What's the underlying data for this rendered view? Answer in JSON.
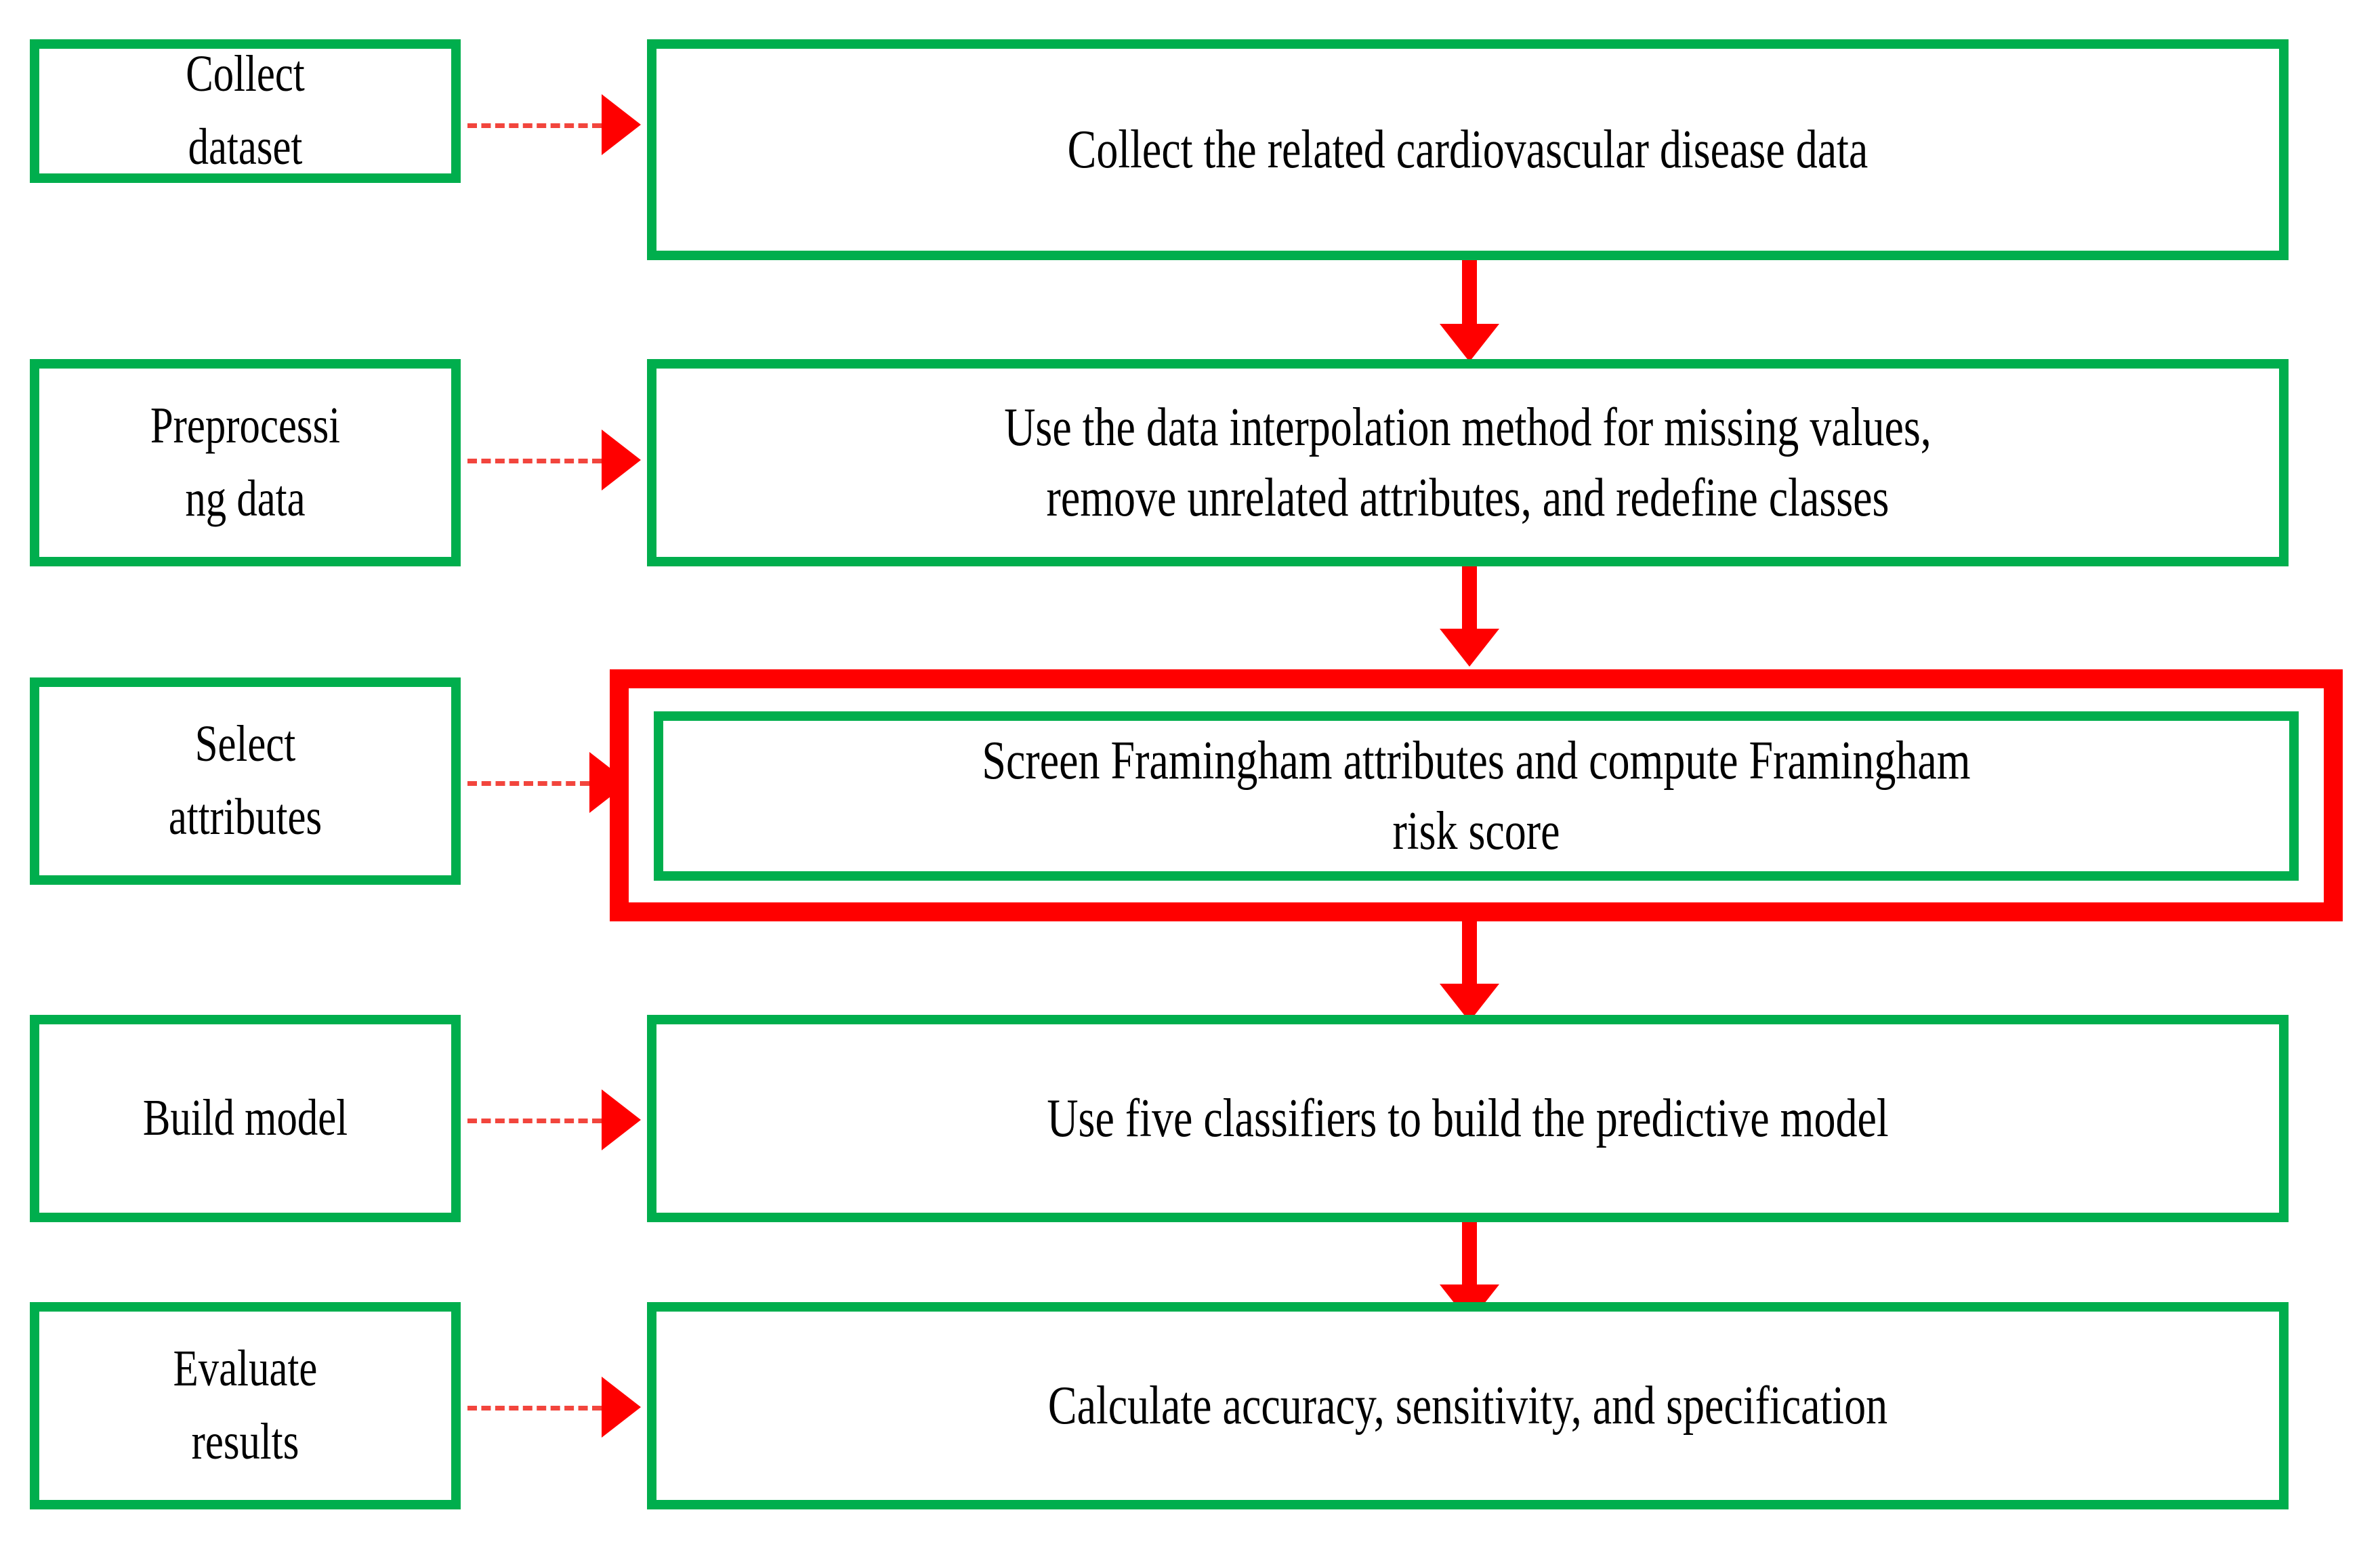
{
  "diagram": {
    "title": "Cardiovascular disease prediction workflow",
    "colors": {
      "box_border_green": "#00AE4D",
      "highlight_red": "#FF0000",
      "connector_red": "#FF0000",
      "dashed_connector_red": "#F2453D",
      "box_fill": "#FFFFFF",
      "text": "#000000"
    },
    "stages": [
      {
        "label": "Collect\ndataset",
        "description": "Collect the related cardiovascular disease data",
        "highlighted": "false"
      },
      {
        "label": "Preprocessi\nng data",
        "description": "Use the data interpolation method for missing values,\nremove unrelated attributes, and redefine classes",
        "highlighted": "false"
      },
      {
        "label": "Select\nattributes",
        "description": "Screen Framingham attributes and compute Framingham\nrisk score",
        "highlighted": "true"
      },
      {
        "label": "Build model",
        "description": "Use five classifiers to build the predictive model",
        "highlighted": "false"
      },
      {
        "label": "Evaluate\nresults",
        "description": "Calculate accuracy, sensitivity, and specification",
        "highlighted": "false"
      }
    ]
  }
}
